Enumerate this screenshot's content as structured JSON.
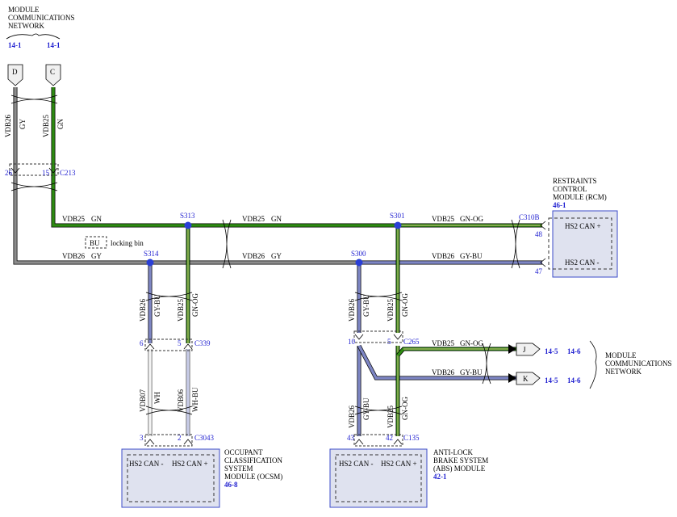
{
  "colors": {
    "green": "#2e8b12",
    "gray": "#8c8c8c",
    "gray_blue": "#7e86c4",
    "white_blue": "#c8cce8",
    "white": "#e8e8e8",
    "accent": "#1f1fd0"
  },
  "top_network": {
    "title_line1": "MODULE",
    "title_line2": "COMMUNICATIONS",
    "title_line3": "NETWORK",
    "ref_left": "14-1",
    "ref_right": "14-1",
    "conn_d": "D",
    "conn_c": "C"
  },
  "right_network": {
    "title_line1": "MODULE",
    "title_line2": "COMMUNICATIONS",
    "title_line3": "NETWORK",
    "conn_j": "J",
    "conn_k": "K",
    "j_ref1": "14-5",
    "j_ref2": "14-6",
    "k_ref1": "14-5",
    "k_ref2": "14-6"
  },
  "wires": {
    "vdb26_gy_top_circuit": "VDB26",
    "vdb26_gy_top_color": "GY",
    "vdb25_gn_top_circuit": "VDB25",
    "vdb25_gn_top_color": "GN",
    "h1_circuit": "VDB25",
    "h1_color": "GN",
    "h1b_circuit": "VDB25",
    "h1b_color": "GN",
    "h1c_circuit": "VDB25",
    "h1c_color": "GN-OG",
    "h2_circuit": "VDB26",
    "h2_color": "GY",
    "h2b_circuit": "VDB26",
    "h2b_color": "GY",
    "h2c_circuit": "VDB26",
    "h2c_color": "GY-BU",
    "ocsm_gybu_circuit": "VDB26",
    "ocsm_gybu_color": "GY-BU",
    "ocsm_gnog_circuit": "VDB25",
    "ocsm_gnog_color": "GN-OG",
    "ocsm_wh_circuit": "VDB07",
    "ocsm_wh_color": "WH",
    "ocsm_whbu_circuit": "VDB06",
    "ocsm_whbu_color": "WH-BU",
    "abs_gybu_circuit": "VDB26",
    "abs_gybu_color": "GY-BU",
    "abs_gnog_circuit": "VDB25",
    "abs_gnog_color": "GN-OG",
    "abs_low_gybu_circuit": "VDB26",
    "abs_low_gybu_color": "GY-BU",
    "abs_low_gnog_circuit": "VDB25",
    "abs_low_gnog_color": "GN-OG",
    "j_circuit": "VDB25",
    "j_color": "GN-OG",
    "k_circuit": "VDB26",
    "k_color": "GY-BU"
  },
  "connectors": {
    "c213_pin_left": "26",
    "c213_pin_right": "15",
    "c213": "C213",
    "c310b": "C310B",
    "c310b_pin_top": "48",
    "c310b_pin_bottom": "47",
    "c339_pin_left": "6",
    "c339_pin_right": "5",
    "c339": "C339",
    "c3043_pin_left": "3",
    "c3043_pin_right": "2",
    "c3043": "C3043",
    "c265_pin_left": "10",
    "c265_pin_right": "5",
    "c265": "C265",
    "c135_pin_left": "43",
    "c135_pin_right": "42",
    "c135": "C135"
  },
  "splices": {
    "s313": "S313",
    "s301": "S301",
    "s314": "S314",
    "s300": "S300"
  },
  "locking_bin": {
    "tag": "BU",
    "label": "locking bin"
  },
  "modules": {
    "rcm": {
      "name_line1": "RESTRAINTS",
      "name_line2": "CONTROL",
      "name_line3": "MODULE (RCM)",
      "ref": "46-1",
      "pin_plus": "HS2 CAN +",
      "pin_minus": "HS2 CAN -"
    },
    "ocsm": {
      "name_line1": "OCCUPANT",
      "name_line2": "CLASSIFICATION",
      "name_line3": "SYSTEM",
      "name_line4": "MODULE (OCSM)",
      "ref": "46-8",
      "pin_minus": "HS2 CAN -",
      "pin_plus": "HS2 CAN +"
    },
    "abs": {
      "name_line1": "ANTI-LOCK",
      "name_line2": "BRAKE SYSTEM",
      "name_line3": "(ABS) MODULE",
      "ref": "42-1",
      "pin_minus": "HS2 CAN -",
      "pin_plus": "HS2 CAN +"
    }
  }
}
